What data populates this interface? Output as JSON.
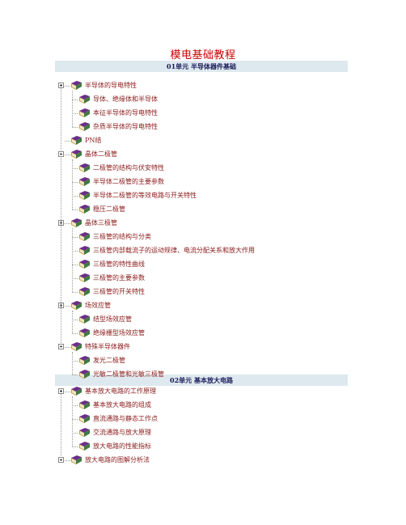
{
  "doc_title": "模电基础教程",
  "sections": [
    {
      "heading": "01单元 半导体器件基础",
      "items": [
        {
          "label": "半导体的导电特性",
          "expandable": true,
          "children": [
            "导体、绝缘体和半导体",
            "本征半导体的导电特性",
            "杂质半导体的导电特性"
          ]
        },
        {
          "label": "PN结",
          "expandable": false,
          "children": []
        },
        {
          "label": "晶体二极管",
          "expandable": true,
          "children": [
            "二极管的结构与伏安特性",
            "半导体二极管的主要参数",
            "半导体二极管的等效电路与开关特性",
            "稳压二极管"
          ]
        },
        {
          "label": "晶体三极管",
          "expandable": true,
          "children": [
            "三极管的结构与分类",
            "三极管内部载流子的运动规律、电流分配关系和放大作用",
            "三极管的特性曲线",
            "三极管的主要参数",
            "三极管的开关特性"
          ]
        },
        {
          "label": "场效应管",
          "expandable": true,
          "children": [
            "结型场效应管",
            "绝缘栅型场效应管"
          ]
        },
        {
          "label": "特殊半导体器件",
          "expandable": true,
          "children": [
            "发光二极管",
            "光敏二极管和光敏三极管"
          ]
        }
      ]
    },
    {
      "heading": "02单元 基本放大电路",
      "items": [
        {
          "label": "基本放大电路的工作原理",
          "expandable": true,
          "children": [
            "基本放大电路的组成",
            "直流通路与静态工作点",
            "交流通路与放大原理",
            "放大电路的性能指标"
          ]
        },
        {
          "label": "放大电路的图解分析法",
          "expandable": true,
          "children": []
        }
      ]
    }
  ]
}
